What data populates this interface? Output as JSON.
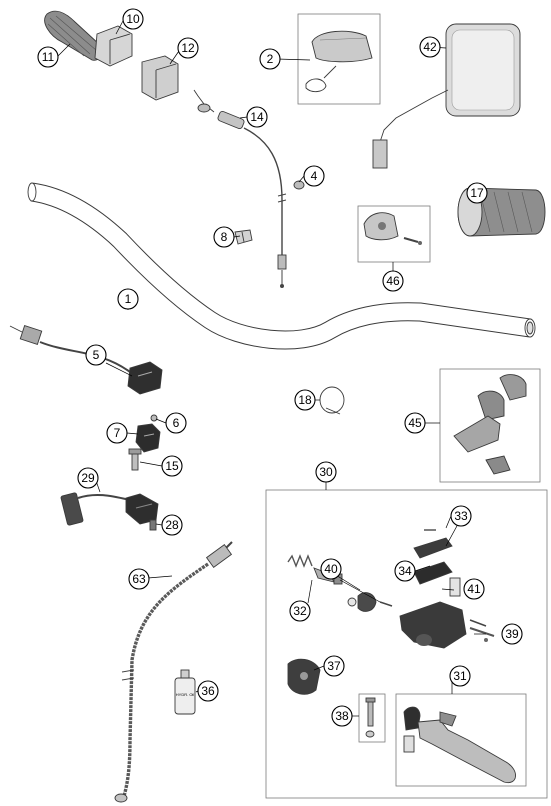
{
  "diagram": {
    "callouts": [
      {
        "id": "c10",
        "label": "10"
      },
      {
        "id": "c11",
        "label": "11"
      },
      {
        "id": "c12",
        "label": "12"
      },
      {
        "id": "c2",
        "label": "2"
      },
      {
        "id": "c42",
        "label": "42"
      },
      {
        "id": "c14",
        "label": "14"
      },
      {
        "id": "c4",
        "label": "4"
      },
      {
        "id": "c8",
        "label": "8"
      },
      {
        "id": "c17",
        "label": "17"
      },
      {
        "id": "c46",
        "label": "46"
      },
      {
        "id": "c1",
        "label": "1"
      },
      {
        "id": "c5",
        "label": "5"
      },
      {
        "id": "c6",
        "label": "6"
      },
      {
        "id": "c7",
        "label": "7"
      },
      {
        "id": "c15",
        "label": "15"
      },
      {
        "id": "c18",
        "label": "18"
      },
      {
        "id": "c45",
        "label": "45"
      },
      {
        "id": "c29",
        "label": "29"
      },
      {
        "id": "c28",
        "label": "28"
      },
      {
        "id": "c30",
        "label": "30"
      },
      {
        "id": "c33",
        "label": "33"
      },
      {
        "id": "c63",
        "label": "63"
      },
      {
        "id": "c40",
        "label": "40"
      },
      {
        "id": "c34",
        "label": "34"
      },
      {
        "id": "c41",
        "label": "41"
      },
      {
        "id": "c32",
        "label": "32"
      },
      {
        "id": "c39",
        "label": "39"
      },
      {
        "id": "c37",
        "label": "37"
      },
      {
        "id": "c31",
        "label": "31"
      },
      {
        "id": "c36",
        "label": "36"
      },
      {
        "id": "c38",
        "label": "38"
      }
    ],
    "bottle_label": "HYDR. Oil",
    "colors": {
      "line": "#000000",
      "part_fill": "#e6e6e6",
      "part_dark": "#555555",
      "box": "#7a7a7a",
      "mirror": "#dcdcdc"
    }
  }
}
